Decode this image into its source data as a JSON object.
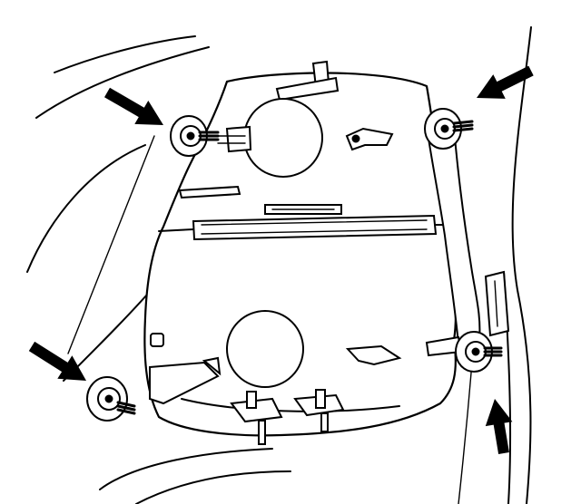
{
  "figure": {
    "colors": {
      "line": "#000000",
      "background": "#ffffff"
    },
    "callouts": [
      {
        "icon": "arrow-icon",
        "points_to": "upper-left-nut"
      },
      {
        "icon": "arrow-icon",
        "points_to": "upper-right-nut"
      },
      {
        "icon": "arrow-icon",
        "points_to": "lower-left-nut"
      },
      {
        "icon": "arrow-icon",
        "points_to": "lower-right-nut"
      }
    ]
  }
}
